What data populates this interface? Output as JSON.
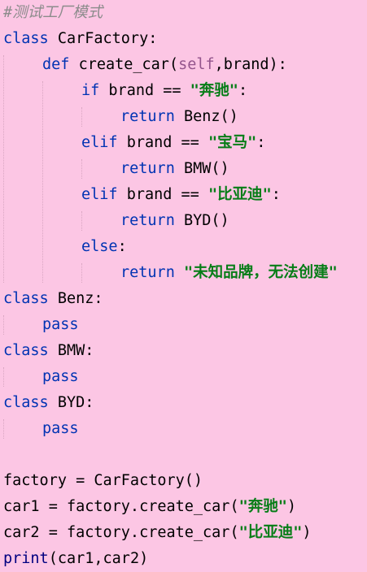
{
  "editor": {
    "background": "#fcc6e4",
    "colors": {
      "keyword": "#0033b3",
      "string": "#067d17",
      "comment": "#8c8c8c",
      "self": "#94558d",
      "builtin": "#000080",
      "text": "#000000"
    },
    "lines": [
      {
        "indent": 0,
        "tokens": [
          {
            "t": "cmt",
            "v": "#测试工厂模式"
          }
        ]
      },
      {
        "indent": 0,
        "tokens": [
          {
            "t": "kw",
            "v": "class "
          },
          {
            "t": "plain",
            "v": "CarFactory:"
          }
        ]
      },
      {
        "indent": 1,
        "tokens": [
          {
            "t": "kw",
            "v": "def "
          },
          {
            "t": "fn",
            "v": "create_car"
          },
          {
            "t": "plain",
            "v": "("
          },
          {
            "t": "slf",
            "v": "self"
          },
          {
            "t": "plain",
            "v": ",brand):"
          }
        ]
      },
      {
        "indent": 2,
        "tokens": [
          {
            "t": "kw",
            "v": "if "
          },
          {
            "t": "plain",
            "v": "brand == "
          },
          {
            "t": "str",
            "v": "\"奔驰\""
          },
          {
            "t": "plain",
            "v": ":"
          }
        ]
      },
      {
        "indent": 3,
        "tokens": [
          {
            "t": "kw",
            "v": "return "
          },
          {
            "t": "plain",
            "v": "Benz()"
          }
        ]
      },
      {
        "indent": 2,
        "tokens": [
          {
            "t": "kw",
            "v": "elif "
          },
          {
            "t": "plain",
            "v": "brand == "
          },
          {
            "t": "str",
            "v": "\"宝马\""
          },
          {
            "t": "plain",
            "v": ":"
          }
        ]
      },
      {
        "indent": 3,
        "tokens": [
          {
            "t": "kw",
            "v": "return "
          },
          {
            "t": "plain",
            "v": "BMW()"
          }
        ]
      },
      {
        "indent": 2,
        "tokens": [
          {
            "t": "kw",
            "v": "elif "
          },
          {
            "t": "plain",
            "v": "brand == "
          },
          {
            "t": "str",
            "v": "\"比亚迪\""
          },
          {
            "t": "plain",
            "v": ":"
          }
        ]
      },
      {
        "indent": 3,
        "tokens": [
          {
            "t": "kw",
            "v": "return "
          },
          {
            "t": "plain",
            "v": "BYD()"
          }
        ]
      },
      {
        "indent": 2,
        "tokens": [
          {
            "t": "kw",
            "v": "else"
          },
          {
            "t": "plain",
            "v": ":"
          }
        ]
      },
      {
        "indent": 3,
        "tokens": [
          {
            "t": "kw",
            "v": "return "
          },
          {
            "t": "str",
            "v": "\"未知品牌，无法创建\""
          }
        ]
      },
      {
        "indent": 0,
        "tokens": [
          {
            "t": "kw",
            "v": "class "
          },
          {
            "t": "plain",
            "v": "Benz:"
          }
        ]
      },
      {
        "indent": 1,
        "tokens": [
          {
            "t": "kw",
            "v": "pass"
          }
        ]
      },
      {
        "indent": 0,
        "tokens": [
          {
            "t": "kw",
            "v": "class "
          },
          {
            "t": "plain",
            "v": "BMW:"
          }
        ]
      },
      {
        "indent": 1,
        "tokens": [
          {
            "t": "kw",
            "v": "pass"
          }
        ]
      },
      {
        "indent": 0,
        "tokens": [
          {
            "t": "kw",
            "v": "class "
          },
          {
            "t": "plain",
            "v": "BYD:"
          }
        ]
      },
      {
        "indent": 1,
        "tokens": [
          {
            "t": "kw",
            "v": "pass"
          }
        ]
      },
      {
        "indent": 0,
        "tokens": []
      },
      {
        "indent": 0,
        "tokens": [
          {
            "t": "plain",
            "v": "factory = CarFactory()"
          }
        ]
      },
      {
        "indent": 0,
        "tokens": [
          {
            "t": "plain",
            "v": "car1 = factory.create_car("
          },
          {
            "t": "str",
            "v": "\"奔驰\""
          },
          {
            "t": "plain",
            "v": ")"
          }
        ]
      },
      {
        "indent": 0,
        "tokens": [
          {
            "t": "plain",
            "v": "car2 = factory.create_car("
          },
          {
            "t": "str",
            "v": "\"比亚迪\""
          },
          {
            "t": "plain",
            "v": ")"
          }
        ]
      },
      {
        "indent": 0,
        "tokens": [
          {
            "t": "bi",
            "v": "print"
          },
          {
            "t": "plain",
            "v": "(car1,car2)"
          }
        ]
      }
    ]
  }
}
